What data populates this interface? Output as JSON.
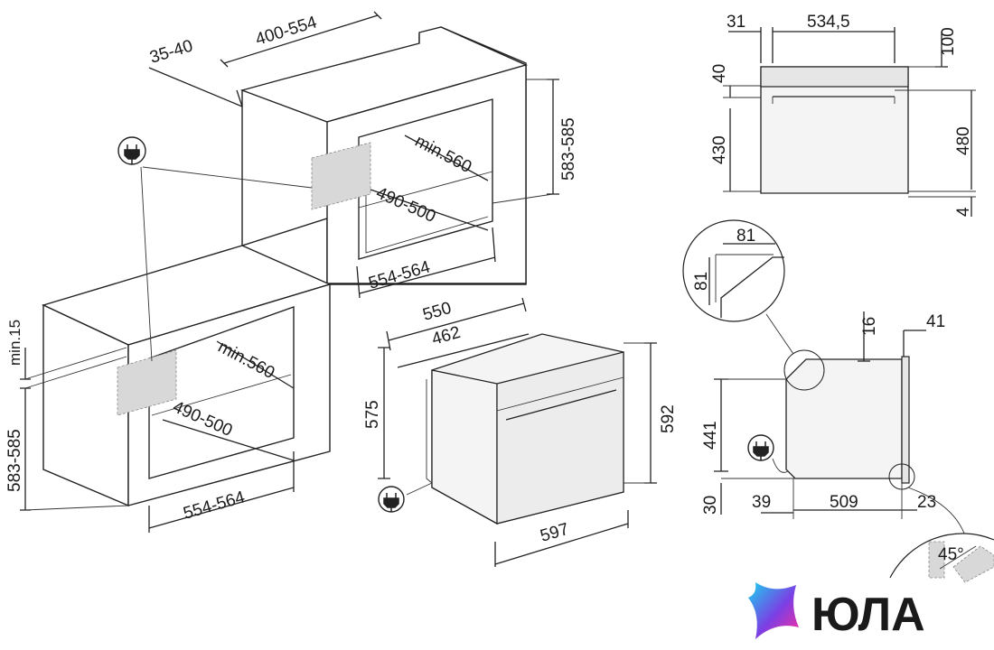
{
  "dims": {
    "cab_top_width": "400-554",
    "cab_top_depth": "35-40",
    "cab_height": "583-585",
    "cab_depth_min": "min.560",
    "cab_inner": "490-500",
    "cab_width": "554-564",
    "low_gap": "min.15",
    "low_height": "583-585",
    "low_depth_min": "min.560",
    "low_inner": "490-500",
    "low_width": "554-564",
    "oven_depth": "550",
    "oven_body": "462",
    "oven_height": "575",
    "oven_front_height": "592",
    "oven_width": "597",
    "front_left": "31",
    "front_width": "534,5",
    "front_top": "100",
    "front_panel": "40",
    "front_door": "430",
    "front_total": "480",
    "front_bottom": "4",
    "detail_a": "81",
    "detail_b": "81",
    "side_top": "16",
    "side_right": "41",
    "side_height": "441",
    "side_bottom": "30",
    "side_left": "39",
    "side_depth": "509",
    "side_door": "23",
    "angle": "45°"
  },
  "icons": {
    "plug": "plug-icon"
  },
  "brand": {
    "name": "ЮЛА",
    "gradient": [
      "#19d3f0",
      "#7b3fe4",
      "#ff2d9a"
    ]
  }
}
